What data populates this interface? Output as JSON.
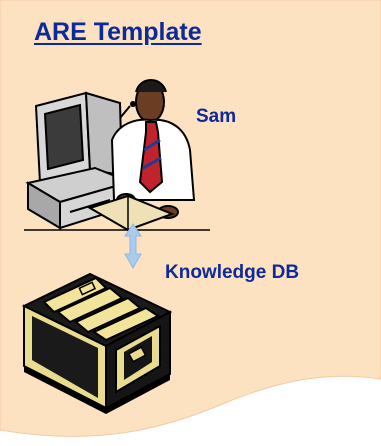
{
  "title": "ARE Template",
  "person_label": "Sam",
  "database_label": "Knowledge DB",
  "colors": {
    "background": "#fde2c1",
    "text": "#0c2a99",
    "arrow": "#a9cbee"
  },
  "icons": {
    "person": "person-at-computer-icon",
    "database": "card-file-cabinet-icon",
    "connector": "double-arrow-icon"
  }
}
